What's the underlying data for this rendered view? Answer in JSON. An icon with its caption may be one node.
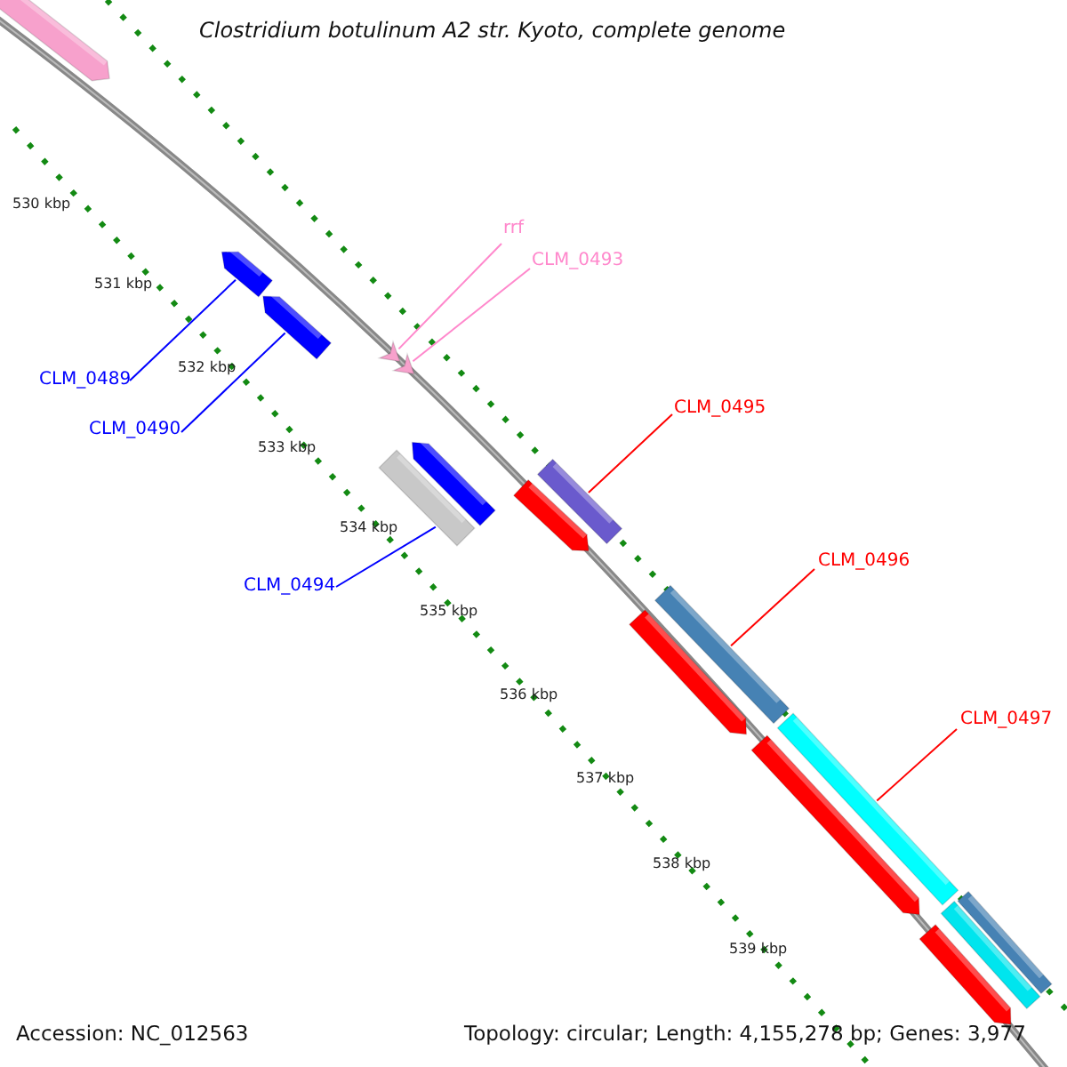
{
  "diagram": {
    "title": "Clostridium botulinum A2 str. Kyoto, complete genome",
    "nodes": [
      {
        "text": [
          "rrf"
        ]
      },
      {
        "text": [
          "CLM_0493"
        ]
      },
      {
        "text": [
          "CLM_0489"
        ]
      },
      {
        "text": [
          "CLM_0490"
        ]
      },
      {
        "text": [
          "CLM_0495"
        ]
      },
      {
        "text": [
          "CLM_0494"
        ]
      },
      {
        "text": [
          "CLM_0496"
        ]
      },
      {
        "text": [
          "CLM_0497"
        ]
      },
      {
        "text": [],
        "shape": "arrow"
      },
      {
        "text": [],
        "shape": "arrow"
      },
      {
        "text": [],
        "shape": "arrow"
      },
      {
        "text": [],
        "shape": "arrow"
      },
      {
        "text": [],
        "shape": "bar"
      },
      {
        "text": [],
        "shape": "bar"
      },
      {
        "text": [],
        "shape": "bar"
      },
      {
        "text": [],
        "shape": "bar"
      }
    ],
    "edges": [
      {
        "from": 0,
        "to": 10,
        "arrow": "none",
        "color": "#ff88cc"
      },
      {
        "from": 1,
        "to": 11,
        "arrow": "none",
        "color": "#ff88cc"
      },
      {
        "from": 2,
        "to": 8,
        "arrow": "none"
      },
      {
        "from": 3,
        "to": 9,
        "arrow": "none"
      },
      {
        "from": 4,
        "to": 12,
        "arrow": "none",
        "color": "#ff0000"
      },
      {
        "from": 5,
        "to": 13,
        "arrow": "none"
      },
      {
        "from": 6,
        "to": 14,
        "arrow": "none",
        "color": "#ff0000"
      },
      {
        "from": 7,
        "to": 15,
        "arrow": "none",
        "color": "#ff0000"
      }
    ],
    "labels": [
      "530 kbp",
      "531 kbp",
      "532 kbp",
      "533 kbp",
      "534 kbp",
      "535 kbp",
      "536 kbp",
      "537 kbp",
      "538 kbp",
      "539 kbp",
      "Accession: NC_012563",
      "Topology: circular; Length: 4,155,278 bp; Genes: 3,977"
    ]
  }
}
